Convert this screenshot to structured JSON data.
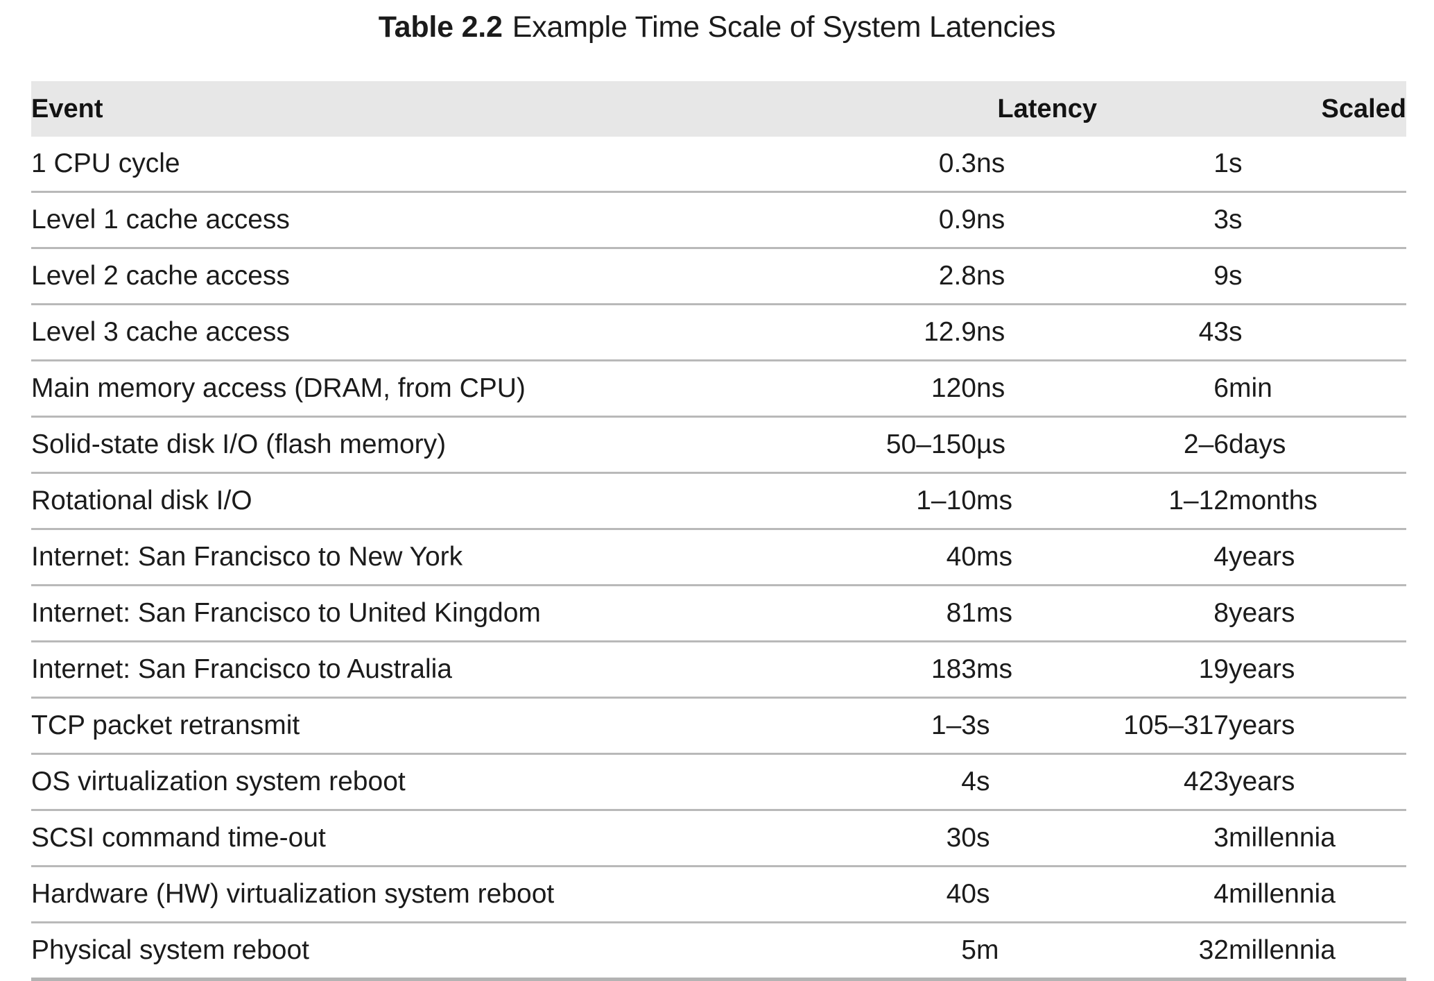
{
  "caption": {
    "label": "Table 2.2",
    "text": "Example Time Scale of System Latencies"
  },
  "table": {
    "headers": {
      "event": "Event",
      "latency": "Latency",
      "scaled": "Scaled"
    },
    "rows": [
      {
        "event": "1 CPU cycle",
        "latency_value": "0.3",
        "latency_unit": "ns",
        "scaled_value": "1",
        "scaled_unit": "s"
      },
      {
        "event": "Level 1 cache access",
        "latency_value": "0.9",
        "latency_unit": "ns",
        "scaled_value": "3",
        "scaled_unit": "s"
      },
      {
        "event": "Level 2 cache access",
        "latency_value": "2.8",
        "latency_unit": "ns",
        "scaled_value": "9",
        "scaled_unit": "s"
      },
      {
        "event": "Level 3 cache access",
        "latency_value": "12.9",
        "latency_unit": "ns",
        "scaled_value": "43",
        "scaled_unit": "s"
      },
      {
        "event": "Main memory access (DRAM, from CPU)",
        "latency_value": "120",
        "latency_unit": "ns",
        "scaled_value": "6",
        "scaled_unit": "min"
      },
      {
        "event": "Solid-state disk I/O (flash memory)",
        "latency_value": "50–150",
        "latency_unit": "µs",
        "scaled_value": "2–6",
        "scaled_unit": "days"
      },
      {
        "event": "Rotational disk I/O",
        "latency_value": "1–10",
        "latency_unit": "ms",
        "scaled_value": "1–12",
        "scaled_unit": "months"
      },
      {
        "event": "Internet: San Francisco to New York",
        "latency_value": "40",
        "latency_unit": "ms",
        "scaled_value": "4",
        "scaled_unit": "years"
      },
      {
        "event": "Internet: San Francisco to United Kingdom",
        "latency_value": "81",
        "latency_unit": "ms",
        "scaled_value": "8",
        "scaled_unit": "years"
      },
      {
        "event": "Internet: San Francisco to Australia",
        "latency_value": "183",
        "latency_unit": "ms",
        "scaled_value": "19",
        "scaled_unit": "years"
      },
      {
        "event": "TCP packet retransmit",
        "latency_value": "1–3",
        "latency_unit": "s",
        "scaled_value": "105–317",
        "scaled_unit": "years"
      },
      {
        "event": "OS virtualization system reboot",
        "latency_value": "4",
        "latency_unit": "s",
        "scaled_value": "423",
        "scaled_unit": "years"
      },
      {
        "event": "SCSI command time-out",
        "latency_value": "30",
        "latency_unit": "s",
        "scaled_value": "3",
        "scaled_unit": "millennia"
      },
      {
        "event": "Hardware (HW) virtualization system reboot",
        "latency_value": "40",
        "latency_unit": "s",
        "scaled_value": "4",
        "scaled_unit": "millennia"
      },
      {
        "event": "Physical system reboot",
        "latency_value": "5",
        "latency_unit": "m",
        "scaled_value": "32",
        "scaled_unit": "millennia"
      }
    ]
  },
  "colors": {
    "header_background": "#e7e7e7",
    "rule": "#b9b9b9",
    "bottom_rule": "#b3b3b3",
    "text": "#1b1b1b",
    "page_background": "#ffffff"
  }
}
